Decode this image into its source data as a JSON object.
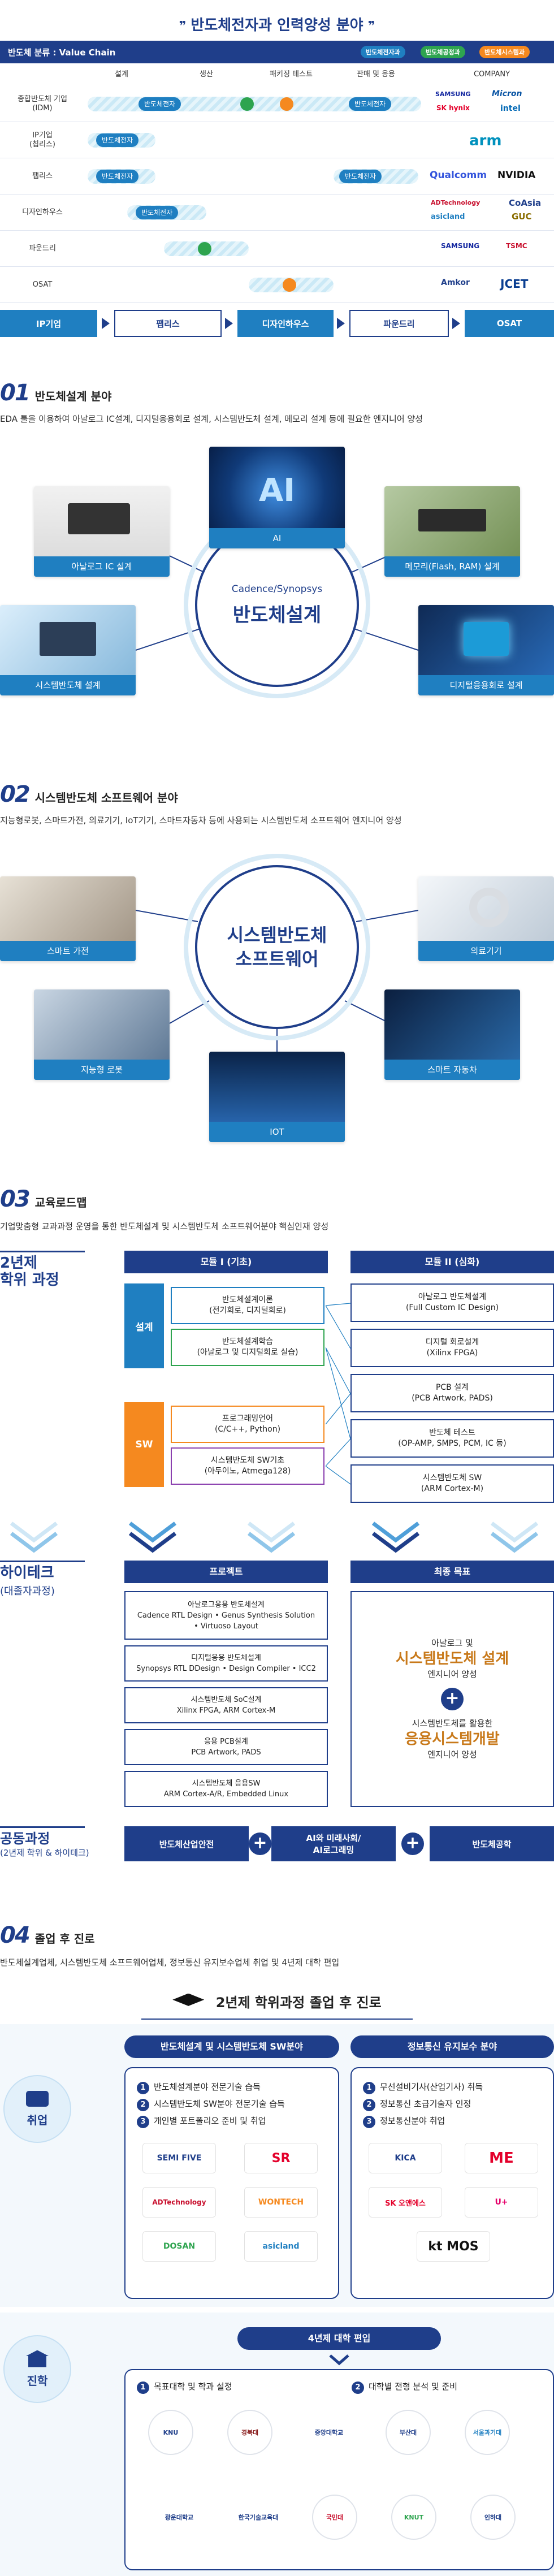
{
  "hero": {
    "title": "반도체전자과 인력양성 분야",
    "quote_open": "❞",
    "quote_close": "❞"
  },
  "value_chain": {
    "header": "반도체 분류 : Value Chain",
    "legend": [
      {
        "label": "반도체전자과",
        "color": "#1f7fc1"
      },
      {
        "label": "반도체공정과",
        "color": "#2ea44f"
      },
      {
        "label": "반도체시스템과",
        "color": "#f5891f"
      }
    ],
    "columns": [
      "설계",
      "생산",
      "패키징 테스트",
      "판매 및 응용",
      "COMPANY"
    ],
    "pill_label": "반도체전자",
    "rows": [
      {
        "label": "종합반도체 기업\n(IDM)",
        "logos": [
          "SAMSUNG",
          "Micron",
          "SK hynix",
          "intel"
        ]
      },
      {
        "label": "IP기업\n(칩리스)",
        "logos": [
          "arm"
        ]
      },
      {
        "label": "팹리스",
        "logos": [
          "Qualcomm",
          "NVIDIA"
        ]
      },
      {
        "label": "디자인하우스",
        "logos": [
          "ADTechnology",
          "CoAsia",
          "asicland",
          "GUC"
        ]
      },
      {
        "label": "파운드리",
        "logos": [
          "SAMSUNG",
          "TSMC"
        ]
      },
      {
        "label": "OSAT",
        "logos": [
          "Amkor",
          "JCET"
        ]
      }
    ]
  },
  "flow": [
    "IP기업",
    "팹리스",
    "디자인하우스",
    "파운드리",
    "OSAT"
  ],
  "sec1": {
    "num": "01",
    "title": "반도체설계 분야",
    "desc": "EDA 툴을 이용하여 아날로그 IC설계, 디지털응용회로 설계, 시스템반도체 설계, 메모리 설계 등에 필요한 엔지니어 양성",
    "hub_top": "Cadence/Synopsys",
    "hub_main": "반도체설계",
    "nodes": [
      "AI",
      "아날로그 IC 설계",
      "메모리(Flash, RAM) 설계",
      "시스템반도체 설계",
      "디지털응용회로 설계"
    ],
    "ai_text": "AI"
  },
  "sec2": {
    "num": "02",
    "title": "시스템반도체 소프트웨어 분야",
    "desc": "지능형로봇, 스마트가전, 의료기기, IoT기기, 스마트자동차 등에 사용되는 시스템반도체 소프트웨어 엔지니어 양성",
    "hub_main": "시스템반도체\n소프트웨어",
    "nodes": [
      "스마트 가전",
      "의료기기",
      "지능형 로봇",
      "스마트 자동차",
      "IOT"
    ]
  },
  "sec3": {
    "num": "03",
    "title": "교육로드맵",
    "desc": "기업맞춤형 교과과정 운영을 통한 반도체설계 및 시스템반도체 소프트웨어분야 핵심인재 양성",
    "two_year_title": "2년제\n학위 과정",
    "module1": "모듈 I (기초)",
    "module2": "모듈 II (심화)",
    "cat_design": "설계",
    "cat_sw": "SW",
    "design_boxes": [
      "반도체설계이론\n(전기회로, 디지털회로)",
      "반도체설계학습\n(아날로그 및 디지털회로 실습)"
    ],
    "sw_boxes": [
      "프로그래밍언어\n(C/C++, Python)",
      "시스템반도체 SW기초\n(아두이노, Atmega128)"
    ],
    "adv_boxes": [
      "아날로그 반도체설계\n(Full Custom IC Design)",
      "디지털 회로설계\n(Xilinx FPGA)",
      "PCB 설계\n(PCB Artwork, PADS)",
      "반도체 테스트\n(OP-AMP, SMPS, PCM, IC 등)",
      "시스템반도체 SW\n(ARM Cortex-M)"
    ],
    "hitech_title": "하이테크",
    "hitech_sub": "(대졸자과정)",
    "project_head": "프로젝트",
    "goal_head": "최종 목표",
    "projects": [
      "아날로그응용 반도체설계\nCadence RTL Design • Genus Synthesis Solution\n• Virtuoso Layout",
      "디지털응용 반도체설계\nSynopsys RTL DDesign • Design Compiler • ICC2",
      "시스템반도체 SoC설계\nXilinx FPGA, ARM Cortex-M",
      "응용 PCB설계\nPCB Artwork, PADS",
      "시스템반도체 응용SW\nARM Cortex-A/R, Embedded Linux"
    ],
    "goal_line1": "아날로그 및",
    "goal_emph1": "시스템반도체 설계",
    "goal_line2": "엔지니어 양성",
    "goal_line3": "시스템반도체를 활용한",
    "goal_emph2": "응용시스템개발",
    "goal_line4": "엔지니어 양성",
    "dual_title": "공동과정",
    "dual_sub": "(2년제 학위 & 하이테크)",
    "dual_boxes": [
      "반도체산업안전",
      "AI와 미래사회/\nAI로그래밍",
      "반도체공학"
    ]
  },
  "sec4": {
    "num": "04",
    "title": "졸업 후 진로",
    "desc": "반도체설계업체, 시스템반도체 소프트웨어업체, 정보통신 유지보수업체 취업 및 4년제 대학 편입",
    "banner": "2년제 학위과정 졸업 후 진로",
    "job_label": "취업",
    "job_head_left": "반도체설계 및 시스템반도체 SW분야",
    "job_head_right": "정보통신 유지보수 분야",
    "job_left_items": [
      "반도체설계분야 전문기술 습득",
      "시스템반도체 SW분야 전문기술 습득",
      "개인별 포트폴리오 준비 및 취업"
    ],
    "job_right_items": [
      "무선설비기사(산업기사) 취득",
      "정보통신 초급기술자 인정",
      "정보통신분야 취업"
    ],
    "left_logos": [
      "SEMI FIVE",
      "SR",
      "ADTechnology",
      "WONTECH",
      "DOSAN",
      "asicland"
    ],
    "right_logos": [
      "KICA",
      "ME",
      "SK 오앤에스",
      "U+",
      "kt MOS"
    ],
    "transfer_label": "진학",
    "transfer_head": "4년제 대학 편입",
    "transfer_items": [
      "목표대학 및 학과 설정",
      "대학별 전형 분석 및 준비"
    ],
    "univ_logos": [
      "KNU",
      "경북대",
      "중앙대학교",
      "부산대",
      "서울과기대",
      "광운대학교",
      "한국기술교육대",
      "국민대",
      "KNUT",
      "인하대"
    ]
  }
}
